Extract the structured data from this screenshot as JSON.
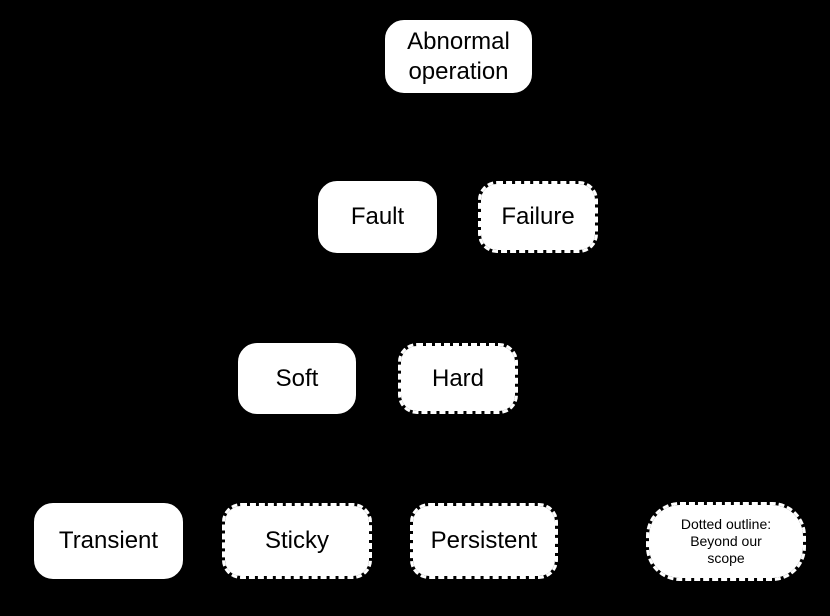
{
  "colors": {
    "background": "#000000",
    "box_fill": "#ffffff",
    "box_outline": "#ffffff",
    "text": "#000000"
  },
  "diagram": {
    "type": "tree",
    "edges_visible": false,
    "nodes": [
      {
        "label": "Abnormal operation",
        "outline": "solid",
        "level": 1
      },
      {
        "label": "Fault",
        "outline": "solid",
        "level": 2
      },
      {
        "label": "Failure",
        "outline": "dotted",
        "level": 2
      },
      {
        "label": "Soft",
        "outline": "solid",
        "level": 3
      },
      {
        "label": "Hard",
        "outline": "dotted",
        "level": 3
      },
      {
        "label": "Transient",
        "outline": "solid",
        "level": 4
      },
      {
        "label": "Sticky",
        "outline": "dotted",
        "level": 4
      },
      {
        "label": "Persistent",
        "outline": "dotted",
        "level": 4
      }
    ],
    "legend": {
      "outline": "dotted",
      "line1": "Dotted outline:",
      "line2": "Beyond our",
      "line3": "scope"
    }
  }
}
